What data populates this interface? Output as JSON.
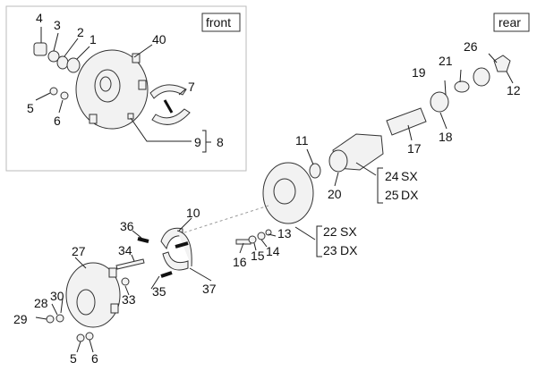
{
  "tags": {
    "front": "front",
    "rear": "rear"
  },
  "labels": {
    "n1": "1",
    "n2": "2",
    "n3": "3",
    "n4": "4",
    "n5": "5",
    "n6": "6",
    "n7": "7",
    "n8": "8",
    "n9": "9",
    "n10": "10",
    "n11": "11",
    "n12": "12",
    "n13": "13",
    "n14": "14",
    "n15": "15",
    "n16": "16",
    "n17": "17",
    "n18": "18",
    "n19": "19",
    "n20": "20",
    "n21": "21",
    "n22": "22",
    "n23": "23",
    "n24": "24",
    "n25": "25",
    "n26": "26",
    "n27": "27",
    "n28": "28",
    "n29": "29",
    "n30": "30",
    "n33": "33",
    "n34": "34",
    "n35": "35",
    "n36": "36",
    "n37": "37",
    "n40": "40",
    "n5b": "5",
    "n6b": "6"
  },
  "sides": {
    "sx": "SX",
    "dx": "DX"
  }
}
